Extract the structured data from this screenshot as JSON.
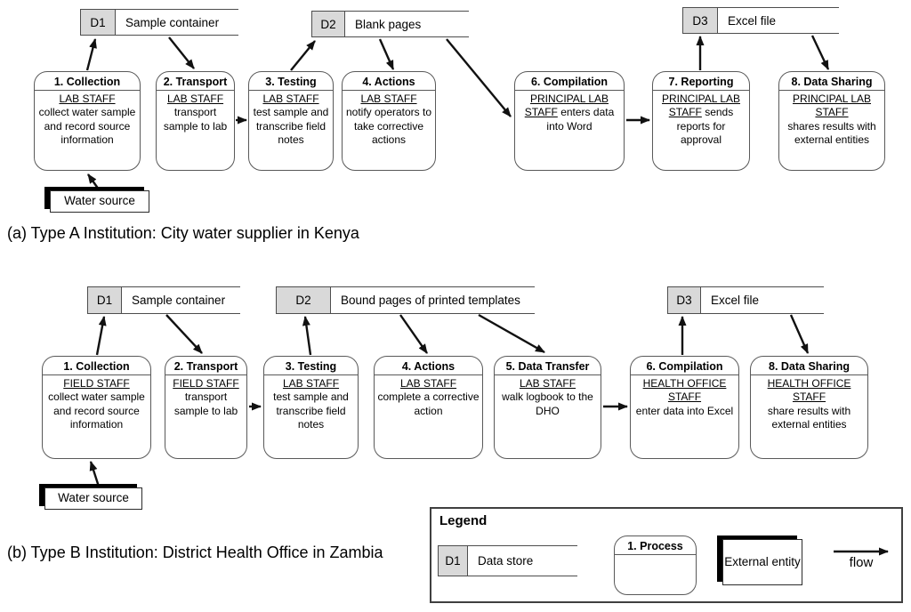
{
  "colors": {
    "datastore_fill": "#d9d9d9",
    "shape_line": "#595959",
    "arrow": "#111111",
    "background": "#ffffff"
  },
  "diagram_a": {
    "caption": "(a) Type A Institution: City water supplier in Kenya",
    "external_entity": {
      "label": "Water source"
    },
    "datastores": [
      {
        "id": "D1",
        "label": "Sample container"
      },
      {
        "id": "D2",
        "label": "Blank pages"
      },
      {
        "id": "D3",
        "label": "Excel file"
      }
    ],
    "processes": [
      {
        "title": "1. Collection",
        "actor": "LAB STAFF",
        "desc": "collect water sample and record source information"
      },
      {
        "title": "2. Transport",
        "actor": "LAB STAFF",
        "desc": "transport sample to lab"
      },
      {
        "title": "3. Testing",
        "actor": "LAB STAFF",
        "desc": "test sample and transcribe field notes"
      },
      {
        "title": "4. Actions",
        "actor": "LAB STAFF",
        "desc": "notify operators to take corrective actions"
      },
      {
        "title": "6. Compilation",
        "actor": "PRINCIPAL LAB STAFF",
        "desc": "enters data into Word"
      },
      {
        "title": "7. Reporting",
        "actor": "PRINCIPAL LAB STAFF",
        "desc": "sends reports for approval"
      },
      {
        "title": "8. Data Sharing",
        "actor": "PRINCIPAL LAB STAFF",
        "desc": "shares results with external entities"
      }
    ]
  },
  "diagram_b": {
    "caption": "(b) Type B Institution: District Health Office in Zambia",
    "external_entity": {
      "label": "Water source"
    },
    "datastores": [
      {
        "id": "D1",
        "label": "Sample container"
      },
      {
        "id": "D2",
        "label": "Bound pages of printed templates"
      },
      {
        "id": "D3",
        "label": "Excel file"
      }
    ],
    "processes": [
      {
        "title": "1. Collection",
        "actor": "FIELD STAFF",
        "desc": "collect water sample and record source information"
      },
      {
        "title": "2. Transport",
        "actor": "FIELD STAFF",
        "desc": "transport sample to lab"
      },
      {
        "title": "3. Testing",
        "actor": "LAB STAFF",
        "desc": "test sample and transcribe field notes"
      },
      {
        "title": "4. Actions",
        "actor": "LAB STAFF",
        "desc": "complete a corrective action"
      },
      {
        "title": "5. Data Transfer",
        "actor": "LAB STAFF",
        "desc": "walk logbook to the DHO"
      },
      {
        "title": "6. Compilation",
        "actor": "HEALTH OFFICE STAFF",
        "desc": "enter data into Excel"
      },
      {
        "title": "8. Data Sharing",
        "actor": "HEALTH OFFICE STAFF",
        "desc": "share results with external entities"
      }
    ]
  },
  "legend": {
    "title": "Legend",
    "datastore": {
      "id": "D1",
      "label": "Data store"
    },
    "process_label": "1. Process",
    "external_label": "External entity",
    "flow_label": "flow"
  }
}
